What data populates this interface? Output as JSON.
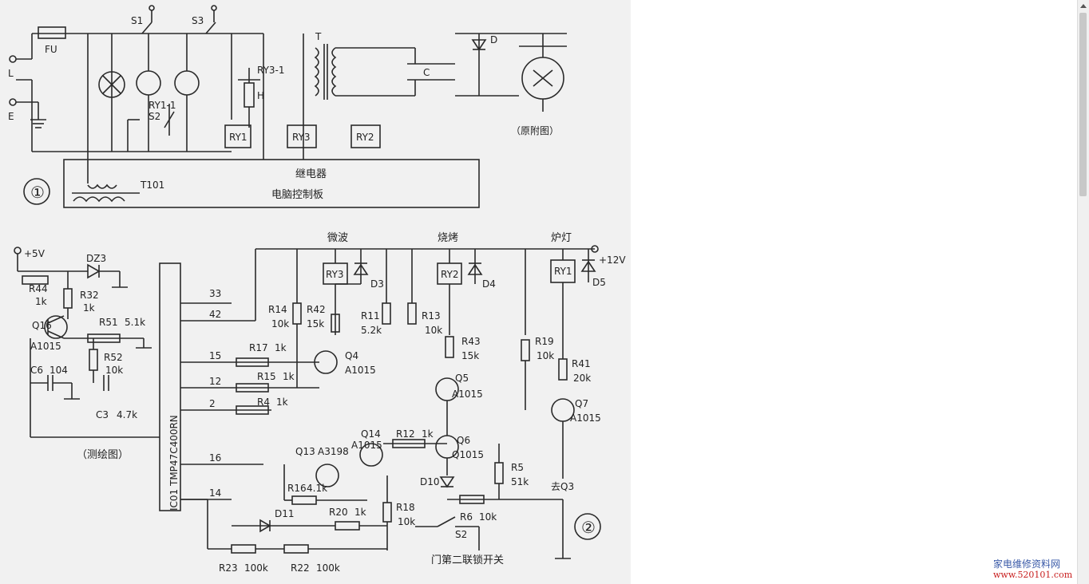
{
  "diagram": {
    "circuit_1": {
      "label": "①",
      "fuse": "FU",
      "terminals": [
        "L",
        "E"
      ],
      "switches": [
        "S1",
        "S3",
        "S2"
      ],
      "transformer": "T101",
      "transformer_T": "T",
      "relay_contacts": [
        "RY3-1",
        "RY1-1"
      ],
      "heater": "H",
      "relays": [
        "RY1",
        "RY3",
        "RY2"
      ],
      "board_line1": "继电器",
      "board_line2": "电脑控制板",
      "capacitor": "C",
      "diode": "D",
      "caption": "（原附图）"
    },
    "circuit_2": {
      "label": "②",
      "supply_5v": "+5V",
      "supply_12v": "+12V",
      "ic": "IC01 TMP47C400RN",
      "ic_pins": [
        "33",
        "42",
        "15",
        "12",
        "2",
        "16",
        "14"
      ],
      "labels": {
        "microwave": "微波",
        "grill": "烧烤",
        "lamp": "炉灯",
        "dz3": "DZ3",
        "r44": "R44",
        "r44v": "1k",
        "r32": "R32",
        "r32v": "1k",
        "q16": "Q16",
        "q16t": "A1015",
        "r51": "R51",
        "r51v": "5.1k",
        "r52": "R52",
        "r52v": "10k",
        "c6": "C6",
        "c6v": "104",
        "c3": "C3",
        "c3v": "4.7k",
        "r17": "R17",
        "r17v": "1k",
        "r15": "R15",
        "r15v": "1k",
        "r4": "R4",
        "r4v": "1k",
        "ry3": "RY3",
        "d3": "D3",
        "r14": "R14",
        "r14v": "10k",
        "r42": "R42",
        "r42v": "15k",
        "r11": "R11",
        "r11v": "5.2k",
        "r13": "R13",
        "r13v": "10k",
        "q4": "Q4",
        "q4t": "A1015",
        "ry2": "RY2",
        "d4": "D4",
        "r43": "R43",
        "r43v": "15k",
        "q5": "Q5",
        "q5t": "A1015",
        "ry1": "RY1",
        "d5": "D5",
        "r19": "R19",
        "r19v": "10k",
        "r41": "R41",
        "r41v": "20k",
        "q7": "Q7",
        "q7t": "A1015",
        "q14": "Q14",
        "q14t": "A1015",
        "r12": "R12",
        "r12v": "1k",
        "q6": "Q6",
        "q6t": "Q1015",
        "q13": "Q13",
        "q13t": "A3198",
        "r16": "R16",
        "r16v": "4.1k",
        "r5": "R5",
        "r5v": "51k",
        "d10": "D10",
        "to_q3": "去Q3",
        "r20": "R20",
        "r20v": "1k",
        "r18": "R18",
        "r18v": "10k",
        "r6": "R6",
        "r6v": "10k",
        "d11": "D11",
        "s2": "S2",
        "r23": "R23",
        "r23v": "100k",
        "r22": "R22",
        "r22v": "100k",
        "caption": "（测绘图）",
        "door_switch": "门第二联锁开关"
      }
    }
  },
  "watermark": {
    "line1": "家电维修资料网",
    "line2": "www.520101.com"
  }
}
